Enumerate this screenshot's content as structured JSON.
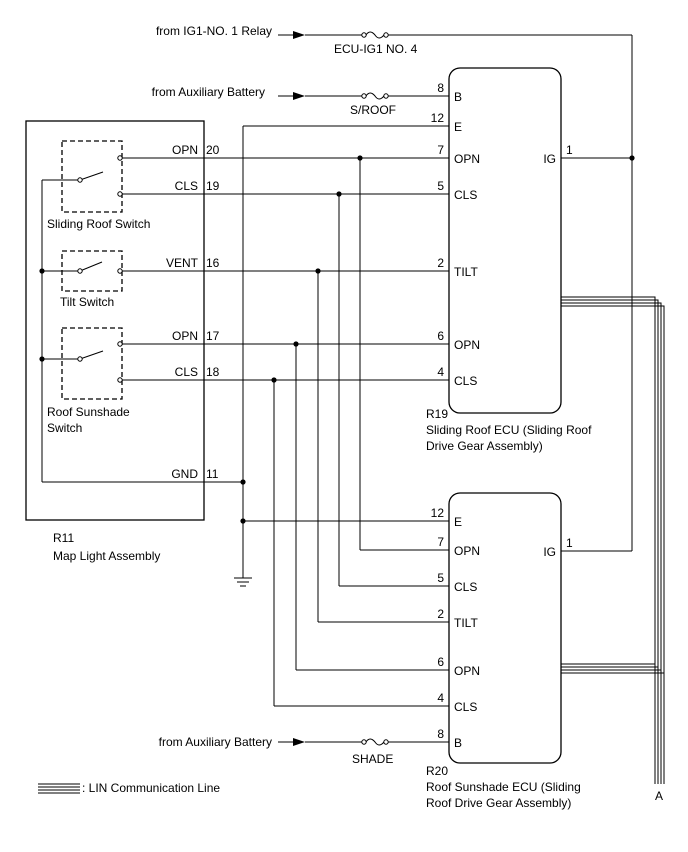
{
  "sources": {
    "ig1_relay": "from IG1-NO. 1 Relay",
    "aux_battery_top": "from Auxiliary Battery",
    "aux_battery_bottom": "from Auxiliary Battery"
  },
  "fuses": {
    "ecu_ig1": "ECU-IG1 NO. 4",
    "sroof": "S/ROOF",
    "shade": "SHADE"
  },
  "map_light": {
    "code": "R11",
    "name": "Map Light Assembly",
    "sliding_roof_switch": "Sliding Roof Switch",
    "tilt_switch": "Tilt Switch",
    "sunshade_switch_line1": "Roof Sunshade",
    "sunshade_switch_line2": "Switch",
    "pins": [
      {
        "label": "OPN",
        "num": "20"
      },
      {
        "label": "CLS",
        "num": "19"
      },
      {
        "label": "VENT",
        "num": "16"
      },
      {
        "label": "OPN",
        "num": "17"
      },
      {
        "label": "CLS",
        "num": "18"
      },
      {
        "label": "GND",
        "num": "11"
      }
    ]
  },
  "ecu_top": {
    "code": "R19",
    "name_line1": "Sliding Roof ECU (Sliding Roof",
    "name_line2": "Drive Gear Assembly)",
    "pins": [
      {
        "num": "8",
        "label": "B"
      },
      {
        "num": "12",
        "label": "E"
      },
      {
        "num": "7",
        "label": "OPN"
      },
      {
        "num": "5",
        "label": "CLS"
      },
      {
        "num": "2",
        "label": "TILT"
      },
      {
        "num": "6",
        "label": "OPN"
      },
      {
        "num": "4",
        "label": "CLS"
      }
    ],
    "ig_pin": {
      "num": "1",
      "label": "IG"
    }
  },
  "ecu_bottom": {
    "code": "R20",
    "name_line1": "Roof Sunshade ECU (Sliding",
    "name_line2": "Roof Drive Gear Assembly)",
    "pins": [
      {
        "num": "12",
        "label": "E"
      },
      {
        "num": "7",
        "label": "OPN"
      },
      {
        "num": "5",
        "label": "CLS"
      },
      {
        "num": "2",
        "label": "TILT"
      },
      {
        "num": "6",
        "label": "OPN"
      },
      {
        "num": "4",
        "label": "CLS"
      },
      {
        "num": "8",
        "label": "B"
      }
    ],
    "ig_pin": {
      "num": "1",
      "label": "IG"
    }
  },
  "legend": {
    "lin": ": LIN Communication Line"
  },
  "connector_a": "A"
}
